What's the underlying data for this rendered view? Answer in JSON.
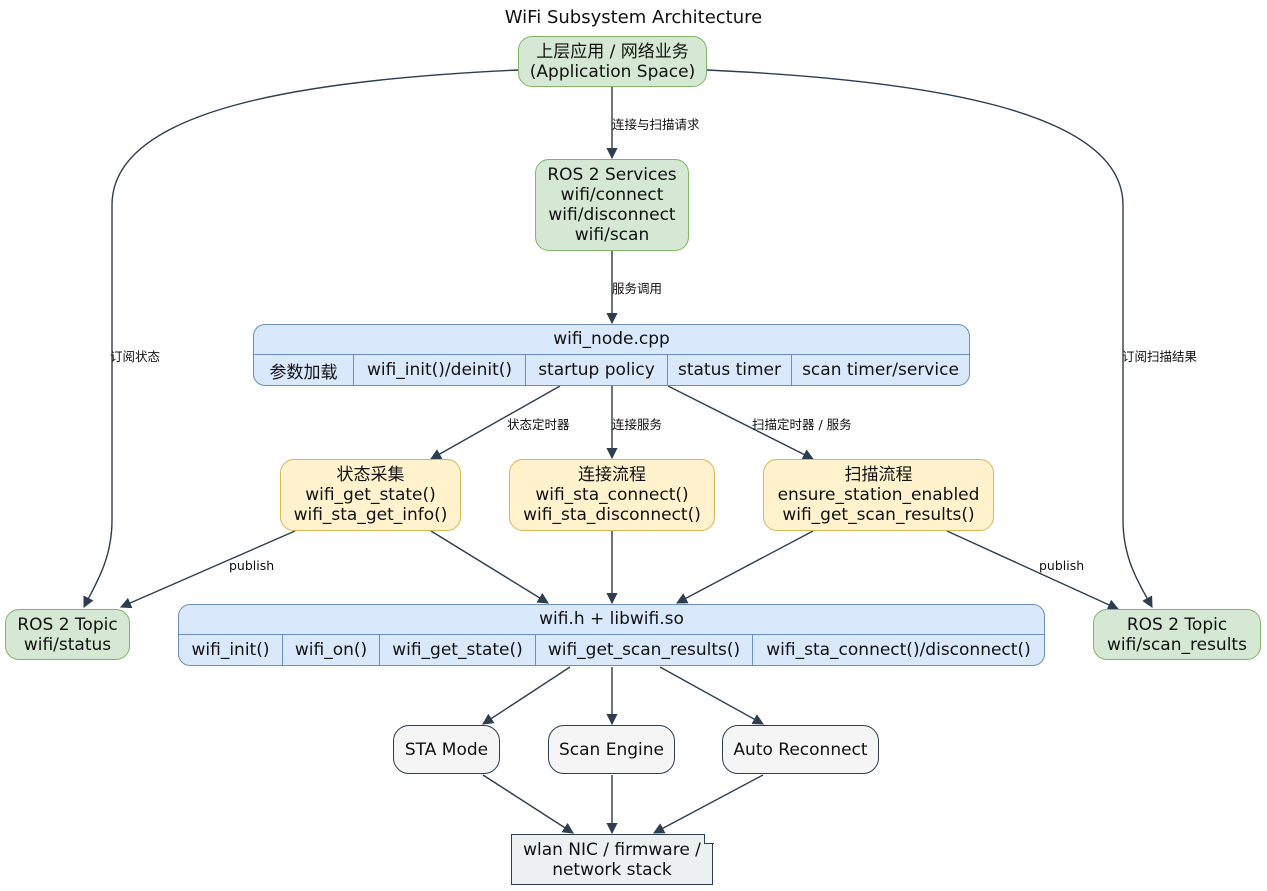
{
  "title": "WiFi Subsystem Architecture",
  "nodes": {
    "app": [
      "上层应用 / 网络业务",
      "(Application Space)"
    ],
    "services": [
      "ROS 2 Services",
      "wifi/connect",
      "wifi/disconnect",
      "wifi/scan"
    ],
    "wifi_node": {
      "title": "wifi_node.cpp",
      "fields": [
        "参数加载",
        "wifi_init()/deinit()",
        "startup policy",
        "status timer",
        "scan timer/service"
      ]
    },
    "status_collect": [
      "状态采集",
      "wifi_get_state()",
      "wifi_sta_get_info()"
    ],
    "connect_flow": [
      "连接流程",
      "wifi_sta_connect()",
      "wifi_sta_disconnect()"
    ],
    "scan_flow": [
      "扫描流程",
      "ensure_station_enabled",
      "wifi_get_scan_results()"
    ],
    "topic_status": [
      "ROS 2 Topic",
      "wifi/status"
    ],
    "topic_scan": [
      "ROS 2 Topic",
      "wifi/scan_results"
    ],
    "libwifi": {
      "title": "wifi.h + libwifi.so",
      "fields": [
        "wifi_init()",
        "wifi_on()",
        "wifi_get_state()",
        "wifi_get_scan_results()",
        "wifi_sta_connect()/disconnect()"
      ]
    },
    "sta_mode": "STA Mode",
    "scan_engine": "Scan Engine",
    "auto_reconnect": "Auto Reconnect",
    "nic": [
      "wlan NIC / firmware /",
      "network stack"
    ]
  },
  "edge_labels": {
    "connect_scan_req": "连接与扫描请求",
    "service_call": "服务调用",
    "subscribe_status": "订阅状态",
    "subscribe_scan": "订阅扫描结果",
    "status_timer": "状态定时器",
    "connect_service": "连接服务",
    "scan_timer_service": "扫描定时器 / 服务",
    "publish_status": "publish",
    "publish_scan": "publish"
  },
  "colors": {
    "edge": "#2c3e50",
    "green_fill": "#d5e8d4",
    "yellow_fill": "#fff2cc",
    "blue_fill": "#dae8fc",
    "gray_fill": "#f5f5f5"
  }
}
